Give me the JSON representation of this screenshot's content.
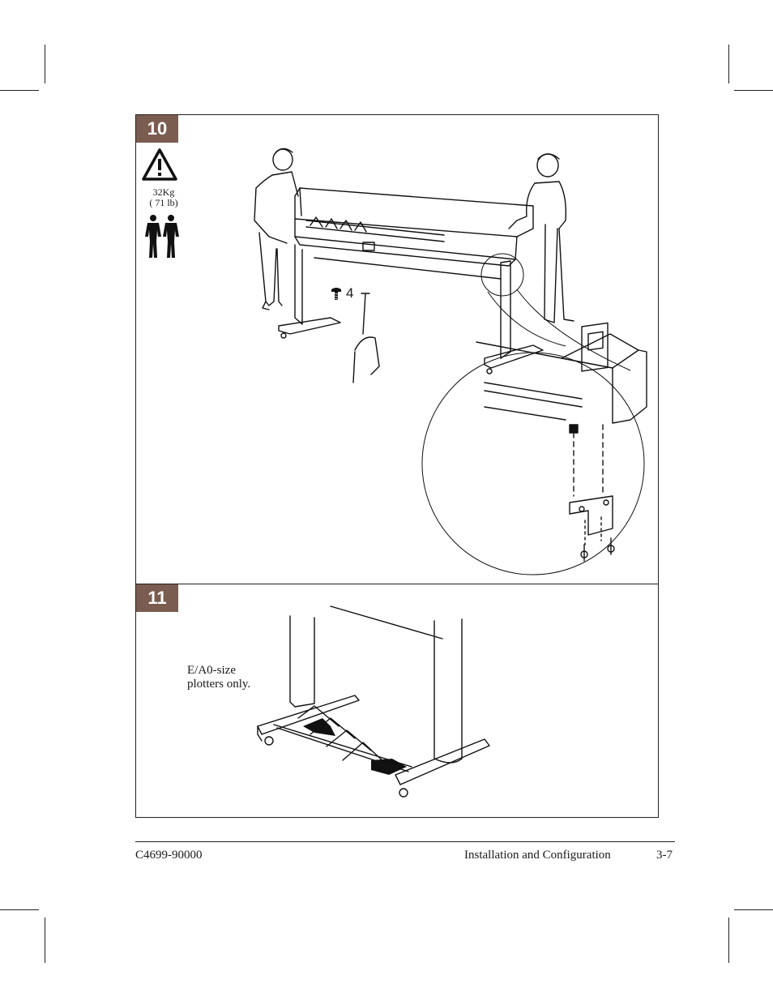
{
  "steps": [
    {
      "number": "10",
      "weight_kg": "32Kg",
      "weight_lb": "( 71 lb)",
      "screw_count": "4",
      "icons": [
        "warning-triangle-icon",
        "two-person-lift-icon",
        "screw-icon"
      ]
    },
    {
      "number": "11",
      "note_line1": "E/A0-size",
      "note_line2": "plotters only."
    }
  ],
  "footer": {
    "doc_number": "C4699-90000",
    "section": "Installation and Configuration",
    "page": "3-7"
  }
}
